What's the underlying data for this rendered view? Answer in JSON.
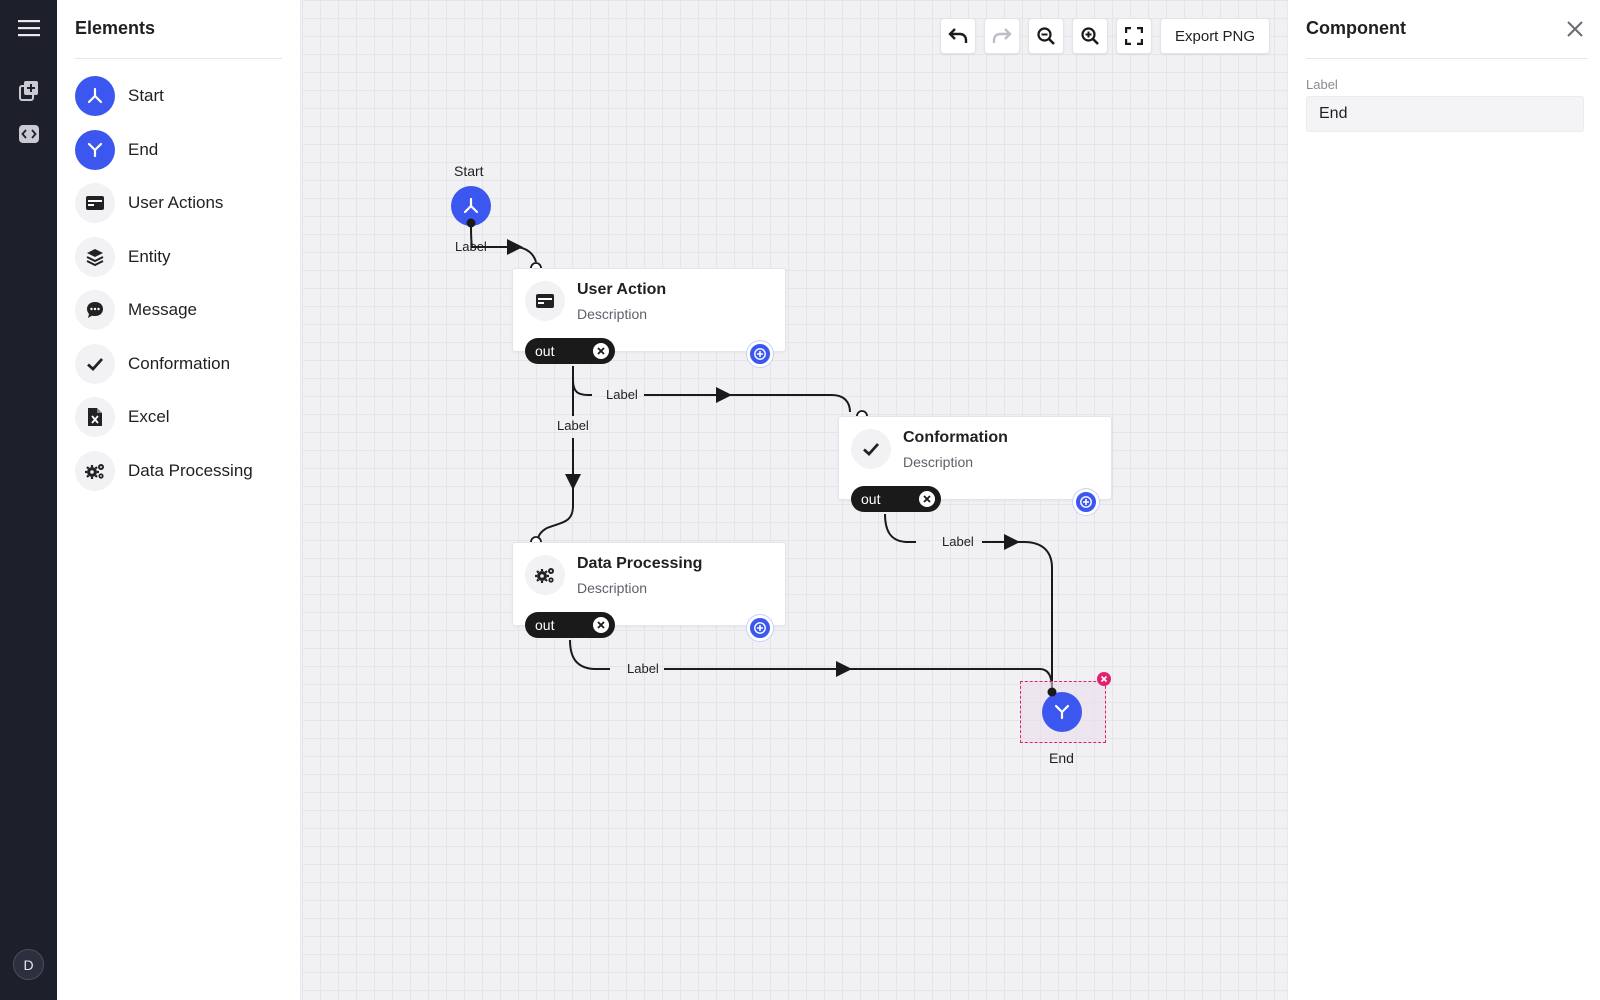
{
  "colors": {
    "accent": "#3b57f0",
    "selection": "#e0226e",
    "rail": "#1d1f2b"
  },
  "rail": {
    "avatar_initial": "D",
    "icons": [
      "menu-icon",
      "add-copy-icon",
      "code-icon"
    ]
  },
  "elements": {
    "title": "Elements",
    "items": [
      {
        "label": "Start",
        "icon": "start-split-icon"
      },
      {
        "label": "End",
        "icon": "end-merge-icon"
      },
      {
        "label": "User Actions",
        "icon": "card-icon"
      },
      {
        "label": "Entity",
        "icon": "layers-icon"
      },
      {
        "label": "Message",
        "icon": "chat-icon"
      },
      {
        "label": "Conformation",
        "icon": "check-icon"
      },
      {
        "label": "Excel",
        "icon": "excel-file-icon"
      },
      {
        "label": "Data Processing",
        "icon": "gears-icon"
      }
    ]
  },
  "toolbar": {
    "export_label": "Export PNG",
    "icons": [
      "undo-icon",
      "redo-icon",
      "zoom-out-icon",
      "zoom-in-icon",
      "fullscreen-icon"
    ]
  },
  "canvas": {
    "start_label": "Start",
    "end_label": "End",
    "nodes": [
      {
        "title": "User Action",
        "description": "Description",
        "out_label": "out"
      },
      {
        "title": "Conformation",
        "description": "Description",
        "out_label": "out"
      },
      {
        "title": "Data Processing",
        "description": "Description",
        "out_label": "out"
      }
    ],
    "edge_labels": [
      "Label",
      "Label",
      "Label",
      "Label",
      "Label"
    ]
  },
  "component": {
    "title": "Component",
    "field_label": "Label",
    "field_value": "End"
  }
}
